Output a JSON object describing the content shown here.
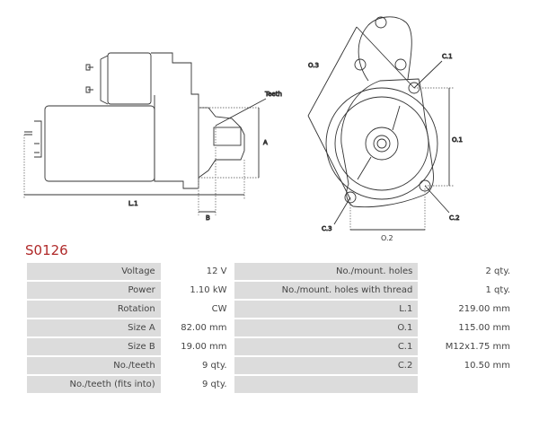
{
  "diagram": {
    "teeth": "Teeth",
    "A": "A",
    "B": "B",
    "L1": "L.1",
    "O1": "O.1",
    "O2": "O.2",
    "O3": "O.3",
    "C1": "C.1",
    "C2": "C.2",
    "C3": "C.3"
  },
  "product_code": "S0126",
  "specs": [
    {
      "label": "Voltage",
      "value": "12 V",
      "label2": "No./mount. holes",
      "value2": "2 qty."
    },
    {
      "label": "Power",
      "value": "1.10 kW",
      "label2": "No./mount. holes with thread",
      "value2": "1 qty."
    },
    {
      "label": "Rotation",
      "value": "CW",
      "label2": "L.1",
      "value2": "219.00 mm"
    },
    {
      "label": "Size A",
      "value": "82.00 mm",
      "label2": "O.1",
      "value2": "115.00 mm"
    },
    {
      "label": "Size B",
      "value": "19.00 mm",
      "label2": "C.1",
      "value2": "M12x1.75 mm"
    },
    {
      "label": "No./teeth",
      "value": "9 qty.",
      "label2": "C.2",
      "value2": "10.50 mm"
    },
    {
      "label": "No./teeth (fits into)",
      "value": "9 qty.",
      "label2": "",
      "value2": ""
    }
  ]
}
